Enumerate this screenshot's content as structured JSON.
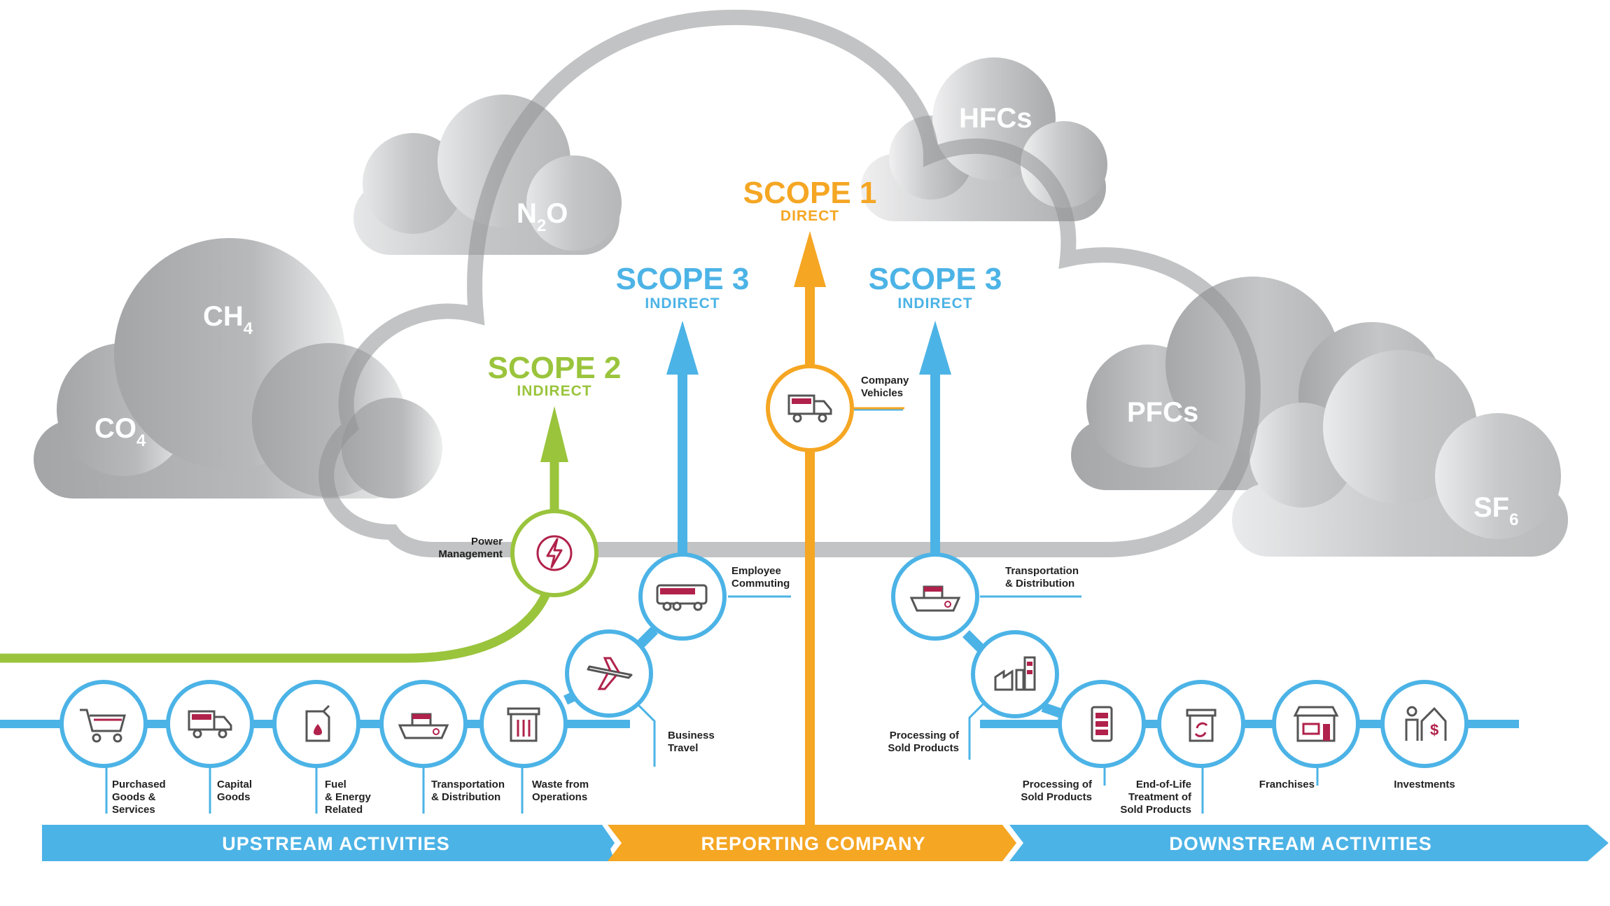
{
  "colors": {
    "blue": "#4cb3e6",
    "green": "#9ac43c",
    "orange": "#f5a623",
    "magenta": "#b0224b",
    "cloud": "#a9abad"
  },
  "gases": {
    "co4": {
      "base": "CO",
      "sub": "4"
    },
    "ch4": {
      "base": "CH",
      "sub": "4"
    },
    "n2o": {
      "base": "N",
      "sub": "2",
      "tail": "O"
    },
    "hfcs": {
      "base": "HFCs"
    },
    "pfcs": {
      "base": "PFCs"
    },
    "sf6": {
      "base": "SF",
      "sub": "6"
    }
  },
  "scopes": {
    "scope1": {
      "title": "SCOPE 1",
      "subtitle": "DIRECT"
    },
    "scope2": {
      "title": "SCOPE 2",
      "subtitle": "INDIRECT"
    },
    "scope3_left": {
      "title": "SCOPE 3",
      "subtitle": "INDIRECT"
    },
    "scope3_right": {
      "title": "SCOPE 3",
      "subtitle": "INDIRECT"
    }
  },
  "nodes": {
    "power": {
      "icon": "lightning-icon",
      "label": [
        "Power",
        "Management"
      ]
    },
    "company_vehicles": {
      "icon": "truck-icon",
      "label": [
        "Company",
        "Vehicles"
      ]
    },
    "employee_commuting": {
      "icon": "bus-icon",
      "label": [
        "Employee",
        "Commuting"
      ]
    },
    "business_travel": {
      "icon": "airplane-icon",
      "label": [
        "Business",
        "Travel"
      ]
    },
    "transport_down": {
      "icon": "ship-icon",
      "label": [
        "Transportation",
        "& Distribution"
      ]
    },
    "processing_1": {
      "icon": "factory-icon",
      "label": [
        "Processing of",
        "Sold Products"
      ]
    },
    "purchased": {
      "icon": "cart-icon",
      "label": [
        "Purchased",
        "Goods &",
        "Services"
      ]
    },
    "capital": {
      "icon": "truck-icon",
      "label": [
        "Capital",
        "Goods"
      ]
    },
    "fuel": {
      "icon": "fuel-can-icon",
      "label": [
        "Fuel",
        "& Energy",
        "Related"
      ]
    },
    "transport_up": {
      "icon": "ship-icon",
      "label": [
        "Transportation",
        "& Distribution"
      ]
    },
    "waste": {
      "icon": "trash-icon",
      "label": [
        "Waste from",
        "Operations"
      ]
    },
    "processing_2": {
      "icon": "battery-icon",
      "label": [
        "Processing of",
        "Sold Products"
      ]
    },
    "end_of_life": {
      "icon": "recycle-bin-icon",
      "label": [
        "End-of-Life",
        "Treatment of",
        "Sold Products"
      ]
    },
    "franchises": {
      "icon": "storefront-icon",
      "label": [
        "Franchises"
      ]
    },
    "investments": {
      "icon": "investor-icon",
      "label": [
        "Investments"
      ]
    }
  },
  "bar": {
    "upstream": "UPSTREAM ACTIVITIES",
    "reporting": "REPORTING COMPANY",
    "downstream": "DOWNSTREAM ACTIVITIES"
  }
}
